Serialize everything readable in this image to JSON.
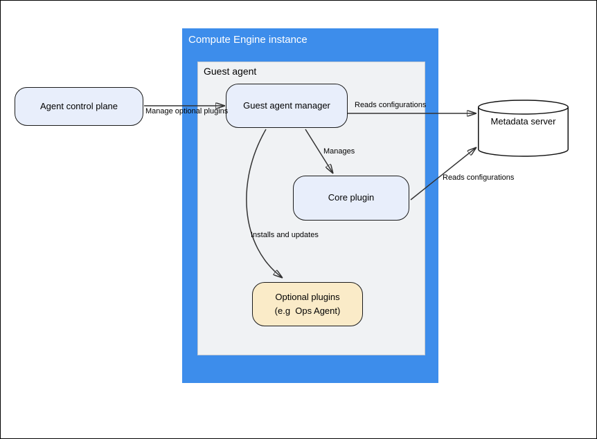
{
  "diagram": {
    "outer_container": {
      "title": "Compute Engine instance"
    },
    "inner_container": {
      "title": "Guest agent"
    },
    "nodes": {
      "agent_control_plane": {
        "label": "Agent control plane"
      },
      "guest_agent_manager": {
        "label": "Guest agent manager"
      },
      "core_plugin": {
        "label": "Core plugin"
      },
      "optional_plugins": {
        "label_line1": "Optional plugins",
        "label_line2": "(e.g  Ops Agent)"
      },
      "metadata_server": {
        "label": "Metadata server"
      }
    },
    "edges": {
      "manage_optional_plugins": {
        "label": "Manage optional plugins",
        "from": "agent_control_plane",
        "to": "guest_agent_manager"
      },
      "reads_configurations_manager": {
        "label": "Reads configurations",
        "from": "guest_agent_manager",
        "to": "metadata_server"
      },
      "manages": {
        "label": "Manages",
        "from": "guest_agent_manager",
        "to": "core_plugin"
      },
      "installs_and_updates": {
        "label": "Installs and updates",
        "from": "guest_agent_manager",
        "to": "optional_plugins"
      },
      "reads_configurations_core": {
        "label": "Reads configurations",
        "from": "core_plugin",
        "to": "metadata_server"
      }
    },
    "colors": {
      "container_blue": "#3D8DEB",
      "container_gray_fill": "#F0F2F4",
      "container_gray_border": "#C8CBCF",
      "node_blue_fill": "#E8EEFB",
      "node_yellow_fill": "#FAEBC8",
      "node_border": "#1A1A1A",
      "cylinder_fill": "#FFFFFF",
      "edge_stroke": "#333333",
      "outer_title_color": "#FFFFFF"
    }
  }
}
